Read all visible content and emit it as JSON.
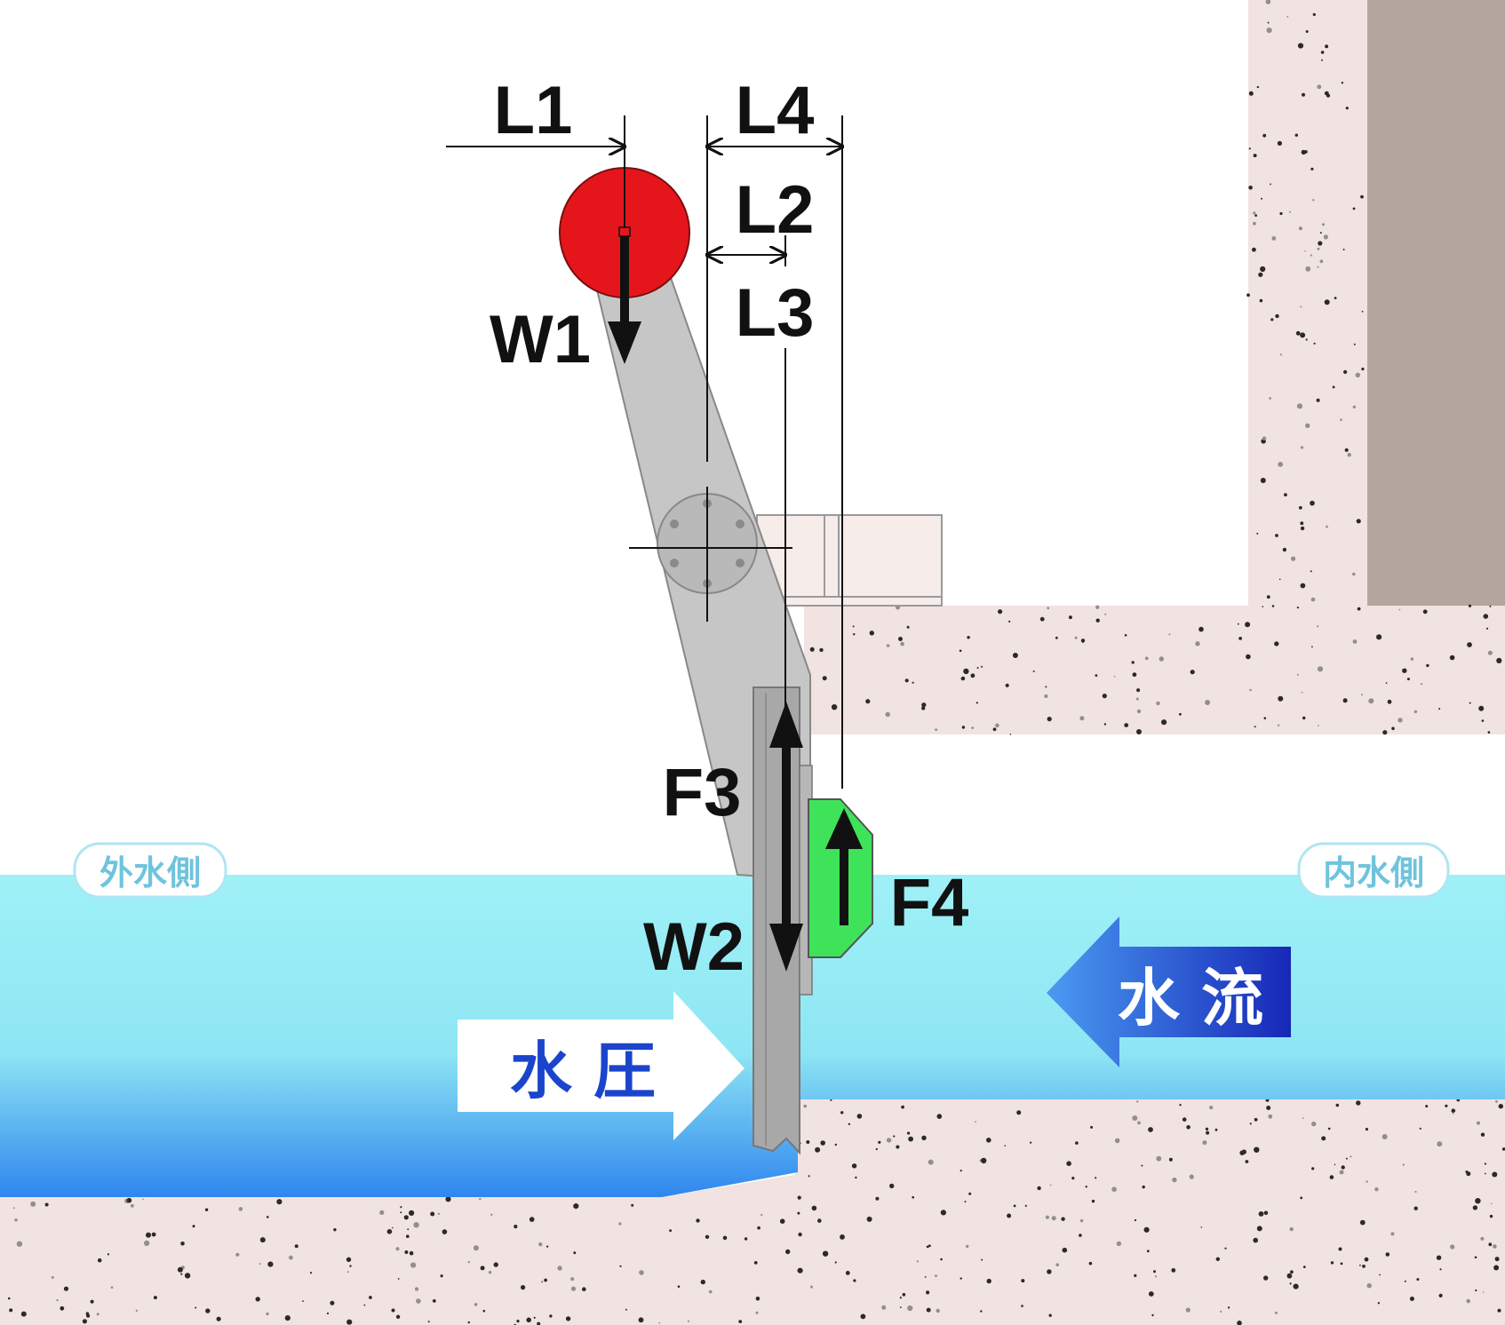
{
  "labels": {
    "L1": "L1",
    "L2": "L2",
    "L3": "L3",
    "L4": "L4",
    "W1": "W1",
    "W2": "W2",
    "F3": "F3",
    "F4": "F4"
  },
  "sides": {
    "outer": "外水側",
    "inner": "内水側"
  },
  "arrows": {
    "pressure": "水 圧",
    "flow": "水 流"
  },
  "colors": {
    "water_top": "#9ff1f6",
    "water_bottom": "#2f86ee",
    "concrete": "#f1e3e1",
    "wall_dark": "#b2a69f",
    "counterweight": "#e5161b",
    "float": "#3fe35a",
    "arm": "#c6c6c6",
    "pressure_text": "#1b44cc",
    "flow_arrow_light": "#3c8cf0",
    "flow_arrow_dark": "#1c2fc2"
  }
}
